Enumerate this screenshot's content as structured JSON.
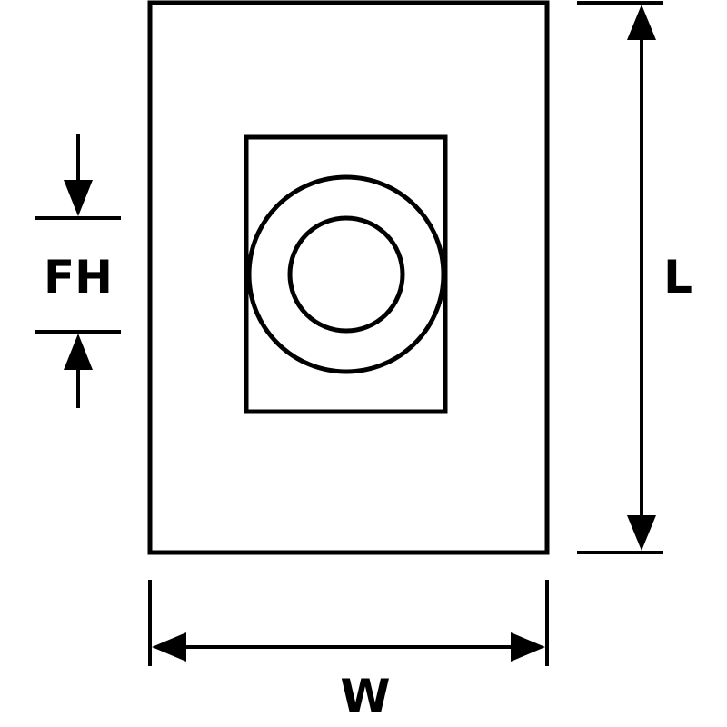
{
  "labels": {
    "fh": "FH",
    "length": "L",
    "width": "W"
  },
  "colors": {
    "line": "#000000",
    "background": "#ffffff"
  }
}
